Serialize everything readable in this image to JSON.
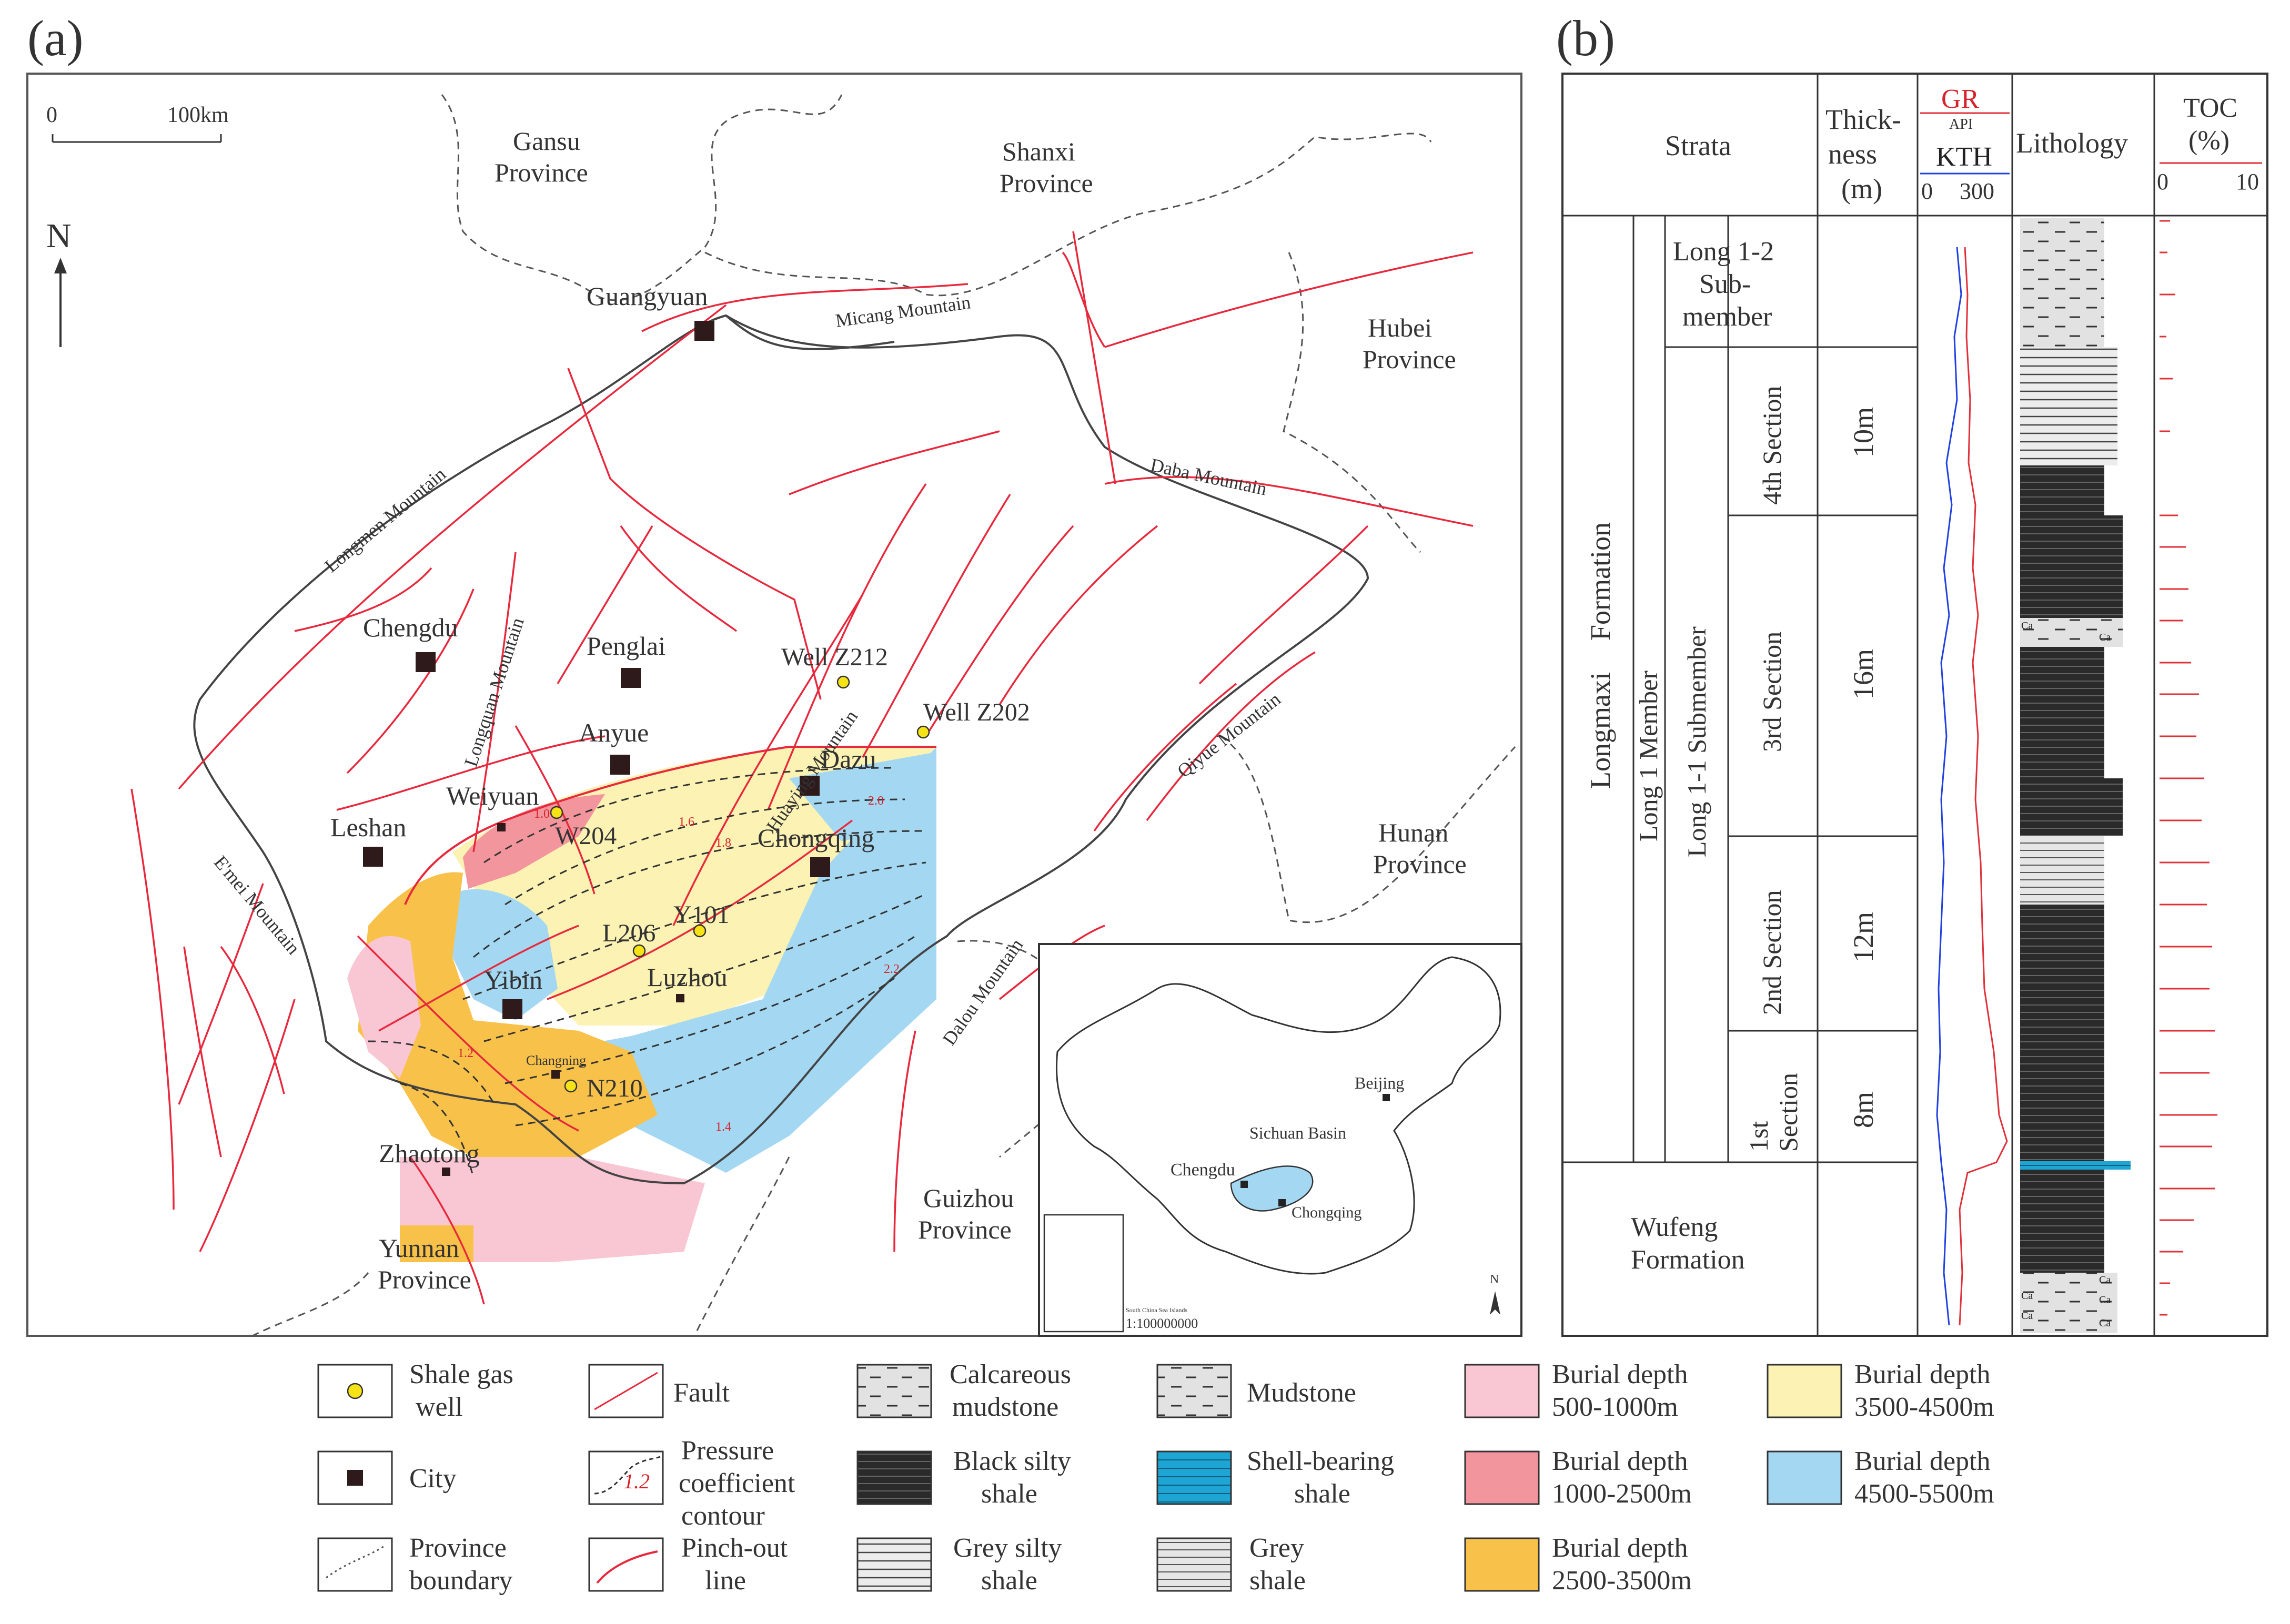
{
  "panel_a": {
    "label": "(a)",
    "scale": {
      "zero": "0",
      "distance": "100km"
    },
    "north": "N",
    "provinces": [
      {
        "name": "Gansu",
        "suffix": "Province"
      },
      {
        "name": "Shanxi",
        "suffix": "Province"
      },
      {
        "name": "Hubei",
        "suffix": "Province"
      },
      {
        "name": "Hunan",
        "suffix": "Province"
      },
      {
        "name": "Guizhou",
        "suffix": "Province"
      },
      {
        "name": "Yunnan",
        "suffix": "Province"
      }
    ],
    "cities": [
      "Guangyuan",
      "Chengdu",
      "Penglai",
      "Anyue",
      "Leshan",
      "Weiyuan",
      "Dazu",
      "Chongqing",
      "Yibin",
      "Luzhou",
      "Zhaotong",
      "Changning"
    ],
    "wells": [
      "Well Z212",
      "Well Z202",
      "W204",
      "Y101",
      "L206",
      "N210"
    ],
    "mountains": [
      "Micang Mountain",
      "Longmen Mountain",
      "Daba Mountain",
      "Longquan Mountain",
      "Huaying Mountain",
      "Qiyue Mountain",
      "E'mei Mountain",
      "Dalou Mountain"
    ],
    "contour_labels": [
      "1.0",
      "1.2",
      "1.4",
      "1.6",
      "1.8",
      "2.0",
      "2.2"
    ],
    "inset": {
      "beijing": "Beijing",
      "basin": "Sichuan Basin",
      "chengdu": "Chengdu",
      "chongqing": "Chongqing",
      "scale": "1:100000000",
      "north": "N",
      "south_china_sea": "South China Sea Islands"
    }
  },
  "panel_b": {
    "label": "(b)",
    "headers": {
      "strata": "Strata",
      "thickness": [
        "Thick-",
        "ness",
        "(m)"
      ],
      "gr": "GR",
      "gr_unit": "API",
      "kth": "KTH",
      "log_min": "0",
      "log_max": "300",
      "lithology": "Lithology",
      "toc": [
        "TOC",
        "(%)"
      ],
      "toc_min": "0",
      "toc_max": "10"
    },
    "formation": [
      "Longmaxi",
      "Formation"
    ],
    "member": "Long 1 Member",
    "submember_11": "Long 1-1  Submember",
    "submember_12": [
      "Long 1-2",
      "Sub-",
      "member"
    ],
    "sections": [
      {
        "name": "4th Section",
        "thickness": "10m"
      },
      {
        "name": "3rd Section",
        "thickness": "16m"
      },
      {
        "name": "2nd Section",
        "thickness": "12m"
      },
      {
        "name": [
          "1st",
          "Section"
        ],
        "thickness": "8m"
      }
    ],
    "wufeng": [
      "Wufeng",
      "Formation"
    ],
    "ca": "Ca"
  },
  "legend": [
    {
      "key": "shale-gas-well",
      "text": [
        "Shale gas",
        "well"
      ]
    },
    {
      "key": "city",
      "text": [
        "City"
      ]
    },
    {
      "key": "province-boundary",
      "text": [
        "Province",
        "boundary"
      ]
    },
    {
      "key": "fault",
      "text": [
        "Fault"
      ]
    },
    {
      "key": "pressure-contour",
      "text": [
        "Pressure",
        "coefficient",
        "contour"
      ],
      "sample": "1.2"
    },
    {
      "key": "pinch-out",
      "text": [
        "Pinch-out",
        "line"
      ]
    },
    {
      "key": "calcareous-mudstone",
      "text": [
        "Calcareous",
        "mudstone"
      ]
    },
    {
      "key": "black-silty-shale",
      "text": [
        "Black silty",
        "shale"
      ]
    },
    {
      "key": "grey-silty-shale",
      "text": [
        "Grey silty",
        "shale"
      ]
    },
    {
      "key": "mudstone",
      "text": [
        "Mudstone"
      ]
    },
    {
      "key": "shell-bearing-shale",
      "text": [
        "Shell-bearing",
        "shale"
      ]
    },
    {
      "key": "grey-shale",
      "text": [
        "Grey",
        "shale"
      ]
    },
    {
      "key": "burial-500-1000",
      "text": [
        "Burial depth",
        "500-1000m"
      ]
    },
    {
      "key": "burial-1000-2500",
      "text": [
        "Burial depth",
        "1000-2500m"
      ]
    },
    {
      "key": "burial-2500-3500",
      "text": [
        "Burial depth",
        "2500-3500m"
      ]
    },
    {
      "key": "burial-3500-4500",
      "text": [
        "Burial depth",
        "3500-4500m"
      ]
    },
    {
      "key": "burial-4500-5500",
      "text": [
        "Burial depth",
        "4500-5500m"
      ]
    }
  ],
  "colors": {
    "fault": "#e8283c",
    "boundary": "#555555",
    "pink": "#f9c6d3",
    "red": "#f3959c",
    "orange": "#f8c24a",
    "yellow": "#fbf2b3",
    "blue": "#a4d8f2",
    "black": "#2e2e2e",
    "shell": "#1fa5d3",
    "grey": "#dcdcdc",
    "gr": "#e0303a",
    "kth": "#2040e0"
  }
}
